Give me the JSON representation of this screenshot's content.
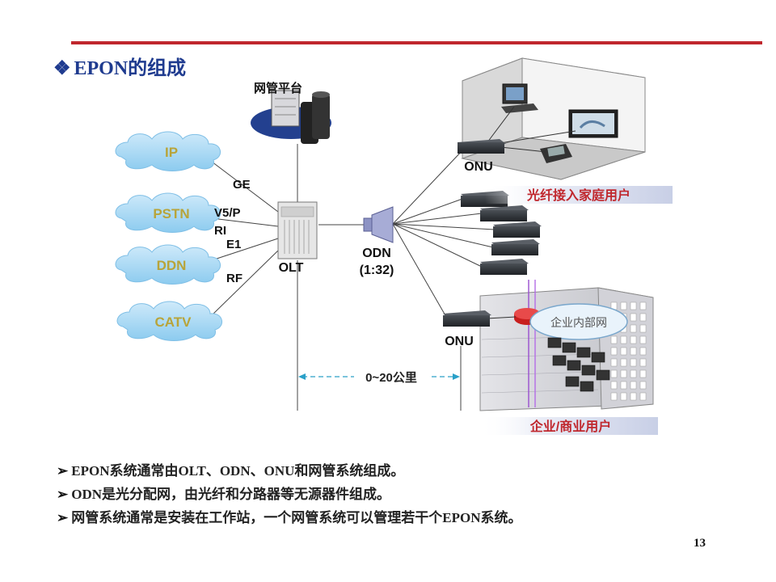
{
  "title": "EPON的组成",
  "title_bullet": "❖",
  "nms_label": "网管平台",
  "services": [
    "IP",
    "PSTN",
    "DDN",
    "CATV"
  ],
  "interfaces": {
    "ge": "GE",
    "v5_line1": "V5/P",
    "v5_line2": "RI",
    "e1": "E1",
    "rf": "RF"
  },
  "olt_label": "OLT",
  "odn_label": "ODN",
  "odn_ratio": "(1:32)",
  "onu_home_label": "ONU",
  "onu_biz_label": "ONU",
  "home_users_label": "光纤接入家庭用户",
  "enterprise_network_label": "企业内部网",
  "business_users_label": "企业/商业用户",
  "distance_label": "0~20公里",
  "bullet_marker": "➢",
  "bullets": [
    "EPON系统通常由OLT、ODN、ONU和网管系统组成。",
    "ODN是光分配网，由光纤和分路器等无源器件组成。",
    "网管系统通常是安装在工作站，一个网管系统可以管理若干个EPON系统。"
  ],
  "page_number": "13",
  "colors": {
    "accent_red": "#c0272d",
    "title_blue": "#1f3b8f",
    "cloud_blue": "#9fd3f0",
    "cloud_text": "#b8a43a",
    "banner_red": "#c0272d"
  }
}
